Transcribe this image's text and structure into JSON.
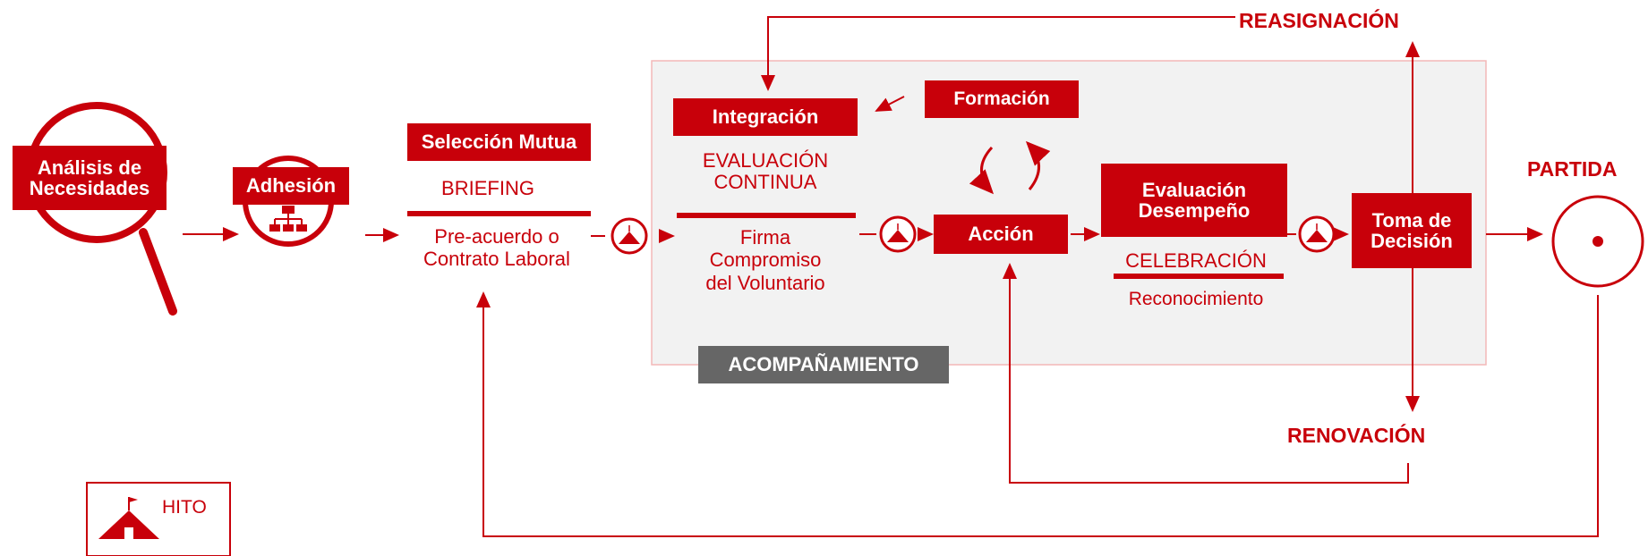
{
  "stages": {
    "analisis": "Análisis de\nNecesidades",
    "adhesion": "Adhesión",
    "seleccion": "Selección Mutua",
    "briefing": "BRIEFING",
    "preacuerdo": "Pre-acuerdo o\nContrato Laboral",
    "integracion": "Integración",
    "evaluacion_continua": "EVALUACIÓN\nCONTINUA",
    "firma": "Firma\nCompromiso\ndel Voluntario",
    "formacion": "Formación",
    "accion": "Acción",
    "evaluacion_desempeno": "Evaluación\nDesempeño",
    "celebracion": "CELEBRACIÓN",
    "reconocimiento": "Reconocimiento",
    "toma_decision": "Toma de\nDecisión",
    "acompanamiento": "ACOMPAÑAMIENTO",
    "partida": "PARTIDA",
    "reasignacion": "REASIGNACIÓN",
    "renovacion": "RENOVACIÓN"
  },
  "legend": {
    "hito": "HITO"
  },
  "colors": {
    "primary": "#c8000a",
    "panel": "#f2f2f2",
    "gray": "#666666"
  }
}
